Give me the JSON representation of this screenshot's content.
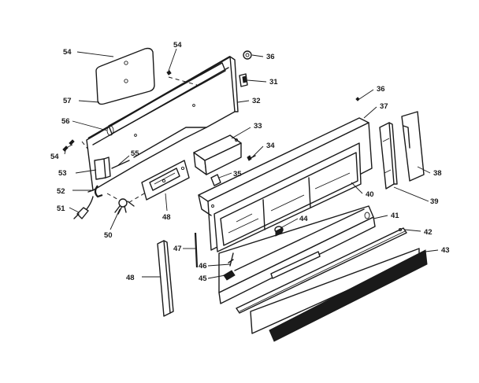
{
  "callouts": [
    {
      "id": "c54a",
      "text": "54"
    },
    {
      "id": "c54b",
      "text": "54"
    },
    {
      "id": "c54c",
      "text": "54"
    },
    {
      "id": "c36a",
      "text": "36"
    },
    {
      "id": "c31",
      "text": "31"
    },
    {
      "id": "c57",
      "text": "57"
    },
    {
      "id": "c32",
      "text": "32"
    },
    {
      "id": "c56",
      "text": "56"
    },
    {
      "id": "c33",
      "text": "33"
    },
    {
      "id": "c55",
      "text": "55"
    },
    {
      "id": "c34",
      "text": "34"
    },
    {
      "id": "c53",
      "text": "53"
    },
    {
      "id": "c35",
      "text": "35"
    },
    {
      "id": "c52",
      "text": "52"
    },
    {
      "id": "c51",
      "text": "51"
    },
    {
      "id": "c48a",
      "text": "48"
    },
    {
      "id": "c50",
      "text": "50"
    },
    {
      "id": "c36b",
      "text": "36"
    },
    {
      "id": "c37",
      "text": "37"
    },
    {
      "id": "c38",
      "text": "38"
    },
    {
      "id": "c40",
      "text": "40"
    },
    {
      "id": "c39",
      "text": "39"
    },
    {
      "id": "c41",
      "text": "41"
    },
    {
      "id": "c44",
      "text": "44"
    },
    {
      "id": "c42",
      "text": "42"
    },
    {
      "id": "c43",
      "text": "43"
    },
    {
      "id": "c47",
      "text": "47"
    },
    {
      "id": "c46",
      "text": "46"
    },
    {
      "id": "c45",
      "text": "45"
    },
    {
      "id": "c48b",
      "text": "48"
    }
  ]
}
